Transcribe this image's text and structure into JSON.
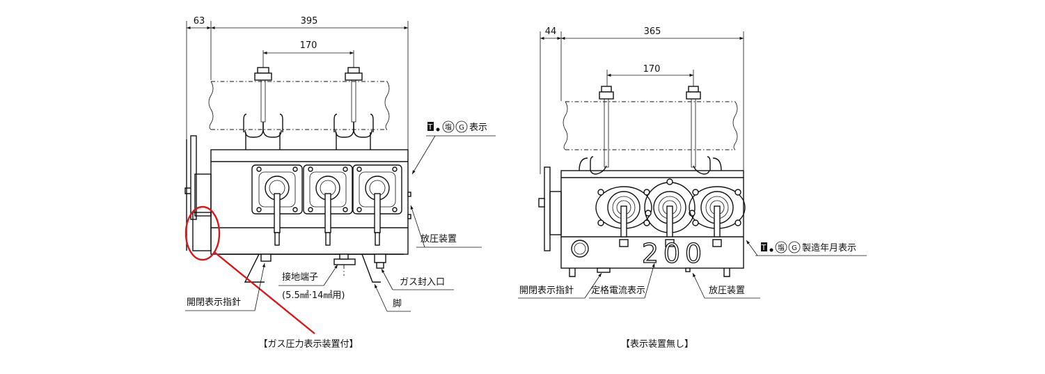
{
  "left_view": {
    "dims": {
      "offset": "63",
      "width": "395",
      "bolt_pitch": "170"
    },
    "labels": {
      "mark_text": "表示",
      "release": "放圧装置",
      "ground": "接地端子",
      "ground_spec": "(5.5㎟·14㎟用)",
      "gas_inlet": "ガス封入口",
      "leg": "脚",
      "indicator": "開閉表示指針"
    },
    "caption": "【ガス圧力表示装置付】"
  },
  "right_view": {
    "dims": {
      "offset": "44",
      "width": "365",
      "bolt_pitch": "170"
    },
    "labels": {
      "mark_text": "製造年月表示",
      "indicator": "開閉表示指針",
      "rating": "定格電流表示",
      "release": "放圧装置"
    },
    "rating_digits": [
      "2",
      "0",
      "0"
    ],
    "caption": "【表示装置無し】"
  },
  "marks": {
    "t": "T",
    "shio": "塩",
    "g": "G"
  },
  "colors": {
    "line": "#111111",
    "highlight": "#d8161b"
  }
}
